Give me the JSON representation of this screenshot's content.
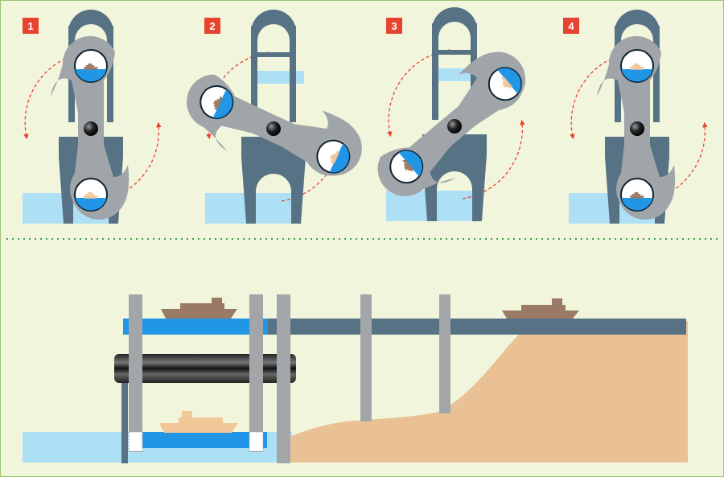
{
  "steps": [
    {
      "number": "1",
      "rotation_deg": 0
    },
    {
      "number": "2",
      "rotation_deg": -65
    },
    {
      "number": "3",
      "rotation_deg": -130
    },
    {
      "number": "4",
      "rotation_deg": 0
    }
  ],
  "colors": {
    "background": "#f1f5dc",
    "border": "#9bc46b",
    "badge": "#e8432e",
    "tower": "#577285",
    "arm": "#a0a5a9",
    "water_light": "#aee0f5",
    "water_blue": "#2196e6",
    "ship_brown": "#9a7a64",
    "ship_tan": "#f2c89a",
    "sand": "#e9c195",
    "rotation_arrow": "#e8432e",
    "separator": "#3aa24a",
    "pillar": "#a3a6a8"
  },
  "icons": {
    "rotation_arrow": "dashed-circular-arrow",
    "ship": "ship-icon",
    "axle": "axle-sphere"
  }
}
